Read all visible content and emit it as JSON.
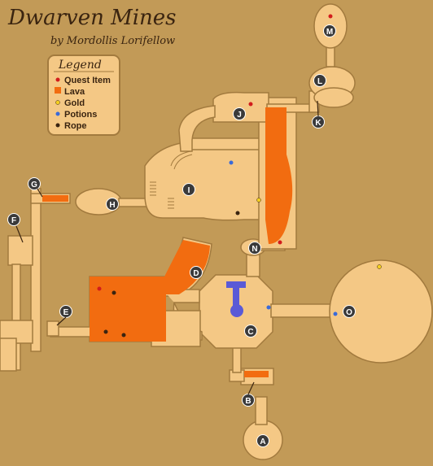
{
  "map": {
    "title": "Dwarven Mines",
    "subtitle": "by Mordollis Lorifellow",
    "colors": {
      "background": "#c29a57",
      "floor": "#f4c885",
      "wall": "#a27a3e",
      "lava": "#f26c10",
      "water": "#5a5ad6",
      "marker": "#3a3a3a",
      "quest_item": "#d21c1c",
      "gold": "#f5d020",
      "potion": "#3a6ad8",
      "rope": "#3a2410"
    }
  },
  "legend": {
    "title": "Legend",
    "items": [
      {
        "label": "Quest Item",
        "icon": "quest-item-dot"
      },
      {
        "label": "Lava",
        "icon": "lava-square"
      },
      {
        "label": "Gold",
        "icon": "gold-dot"
      },
      {
        "label": "Potions",
        "icon": "potion-dot"
      },
      {
        "label": "Rope",
        "icon": "rope-dot"
      }
    ]
  },
  "markers": [
    "A",
    "B",
    "C",
    "D",
    "E",
    "F",
    "G",
    "H",
    "I",
    "J",
    "K",
    "L",
    "M",
    "N",
    "O"
  ]
}
